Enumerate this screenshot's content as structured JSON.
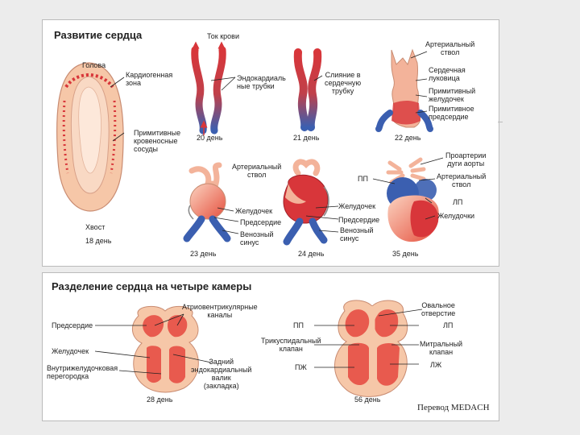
{
  "top_panel": {
    "title": "Развитие сердца",
    "labels": {
      "head": "Голова",
      "cardiogenic": "Кардиогенная\nзона",
      "primitive_vessels": "Примитивные\nкровеносные\nсосуды",
      "tail": "Хвост",
      "blood_flow": "Ток крови",
      "endocardial_tubes": "Эндокардиаль\nные трубки",
      "fusion": "Слияние в\nсердечную\nтрубку",
      "arterial_trunk_22": "Артериальный\nствол",
      "bulbus": "Сердечная\nлуковица",
      "prim_ventricle": "Примитивный\nжелудочек",
      "prim_atrium": "Примитивное\nпредсердие",
      "arterial_trunk_23": "Артериальный\nствол",
      "ventricle_23": "Желудочек",
      "atrium_23": "Предсердие",
      "sinus_23": "Венозный\nсинус",
      "ventricle_24": "Желудочек",
      "atrium_24": "Предсердие",
      "sinus_24": "Венозный\nсинус",
      "aortic_arches": "Проартерии\nдуги аорты",
      "arterial_trunk_35": "Артериальный\nствол",
      "ra": "ПП",
      "la": "ЛП",
      "ventricles": "Желудочки"
    },
    "days": {
      "d18": "18 день",
      "d20": "20 день",
      "d21": "21 день",
      "d22": "22 день",
      "d23": "23 день",
      "d24": "24 день",
      "d35": "35 день"
    }
  },
  "bottom_panel": {
    "title": "Разделение сердца на четыре камеры",
    "labels": {
      "av_canals": "Атриовентрикулярные\nканалы",
      "atrium": "Предсердие",
      "ventricle": "Желудочек",
      "iv_septum": "Внутрижелудочковая\nперегородка",
      "post_cushion": "Задний\nэндокардиальный\nвалик\n(закладка)",
      "oval_foramen": "Овальное\nотверстие",
      "ra": "ПП",
      "la": "ЛП",
      "tricuspid": "Трикуспидальный\nклапан",
      "mitral": "Митральный\nклапан",
      "rv": "ПЖ",
      "lv": "ЛЖ"
    },
    "days": {
      "d28": "28 день",
      "d56": "56 день"
    },
    "credit": "Перевод MEDACH"
  },
  "colors": {
    "red": "#d8363a",
    "pink": "#f3b39a",
    "blue": "#3b5fb0",
    "skin": "#f6c7a8"
  }
}
